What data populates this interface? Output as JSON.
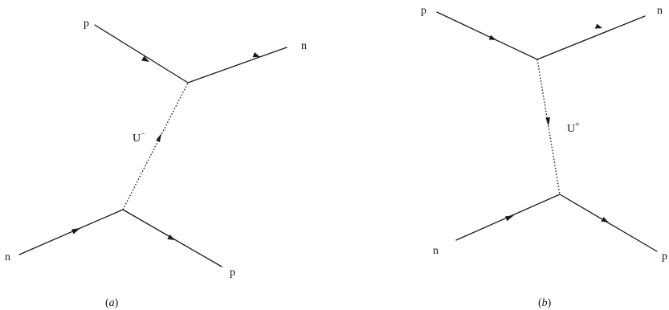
{
  "diagram_a": {
    "labels": {
      "p_in": "p",
      "n_out": "n",
      "n_in": "n",
      "p_out": "p",
      "boson": "U",
      "boson_charge": "−"
    },
    "caption": {
      "open": "(",
      "letter": "a",
      "close": ")"
    }
  },
  "diagram_b": {
    "labels": {
      "p_in": "p",
      "n_out": "n",
      "n_in": "n",
      "p_out": "p",
      "boson": "U",
      "boson_charge": "+"
    },
    "caption": {
      "open": "(",
      "letter": "b",
      "close": ")"
    }
  },
  "colors": {
    "line": "#1a1a1a",
    "background": "#ffffff"
  }
}
